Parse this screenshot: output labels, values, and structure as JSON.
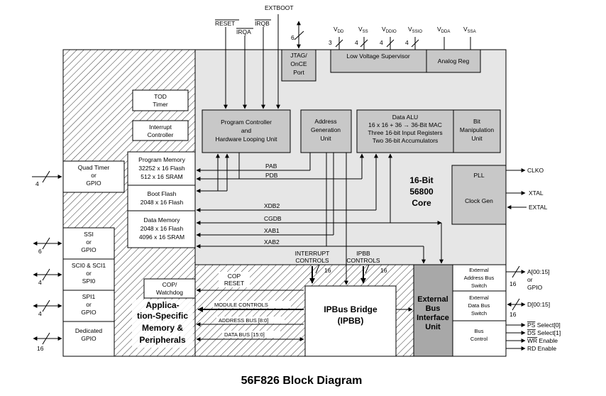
{
  "title": "56F826 Block Diagram",
  "blocks": {
    "tod_timer": [
      "TOD",
      "Timer"
    ],
    "interrupt_controller": [
      "Interrupt",
      "Controller"
    ],
    "program_memory": [
      "Program Memory",
      "32252 x 16 Flash",
      "512 x 16 SRAM"
    ],
    "boot_flash": [
      "Boot Flash",
      "2048 x 16 Flash"
    ],
    "data_memory": [
      "Data Memory",
      "2048 x 16 Flash",
      "4096 x 16 SRAM"
    ],
    "quad_timer": [
      "Quad Timer",
      "or",
      "GPIO"
    ],
    "ssi": [
      "SSI",
      "or",
      "GPIO"
    ],
    "sci": [
      "SCI0 & SCI1",
      "or",
      "SPI0"
    ],
    "spi1": [
      "SPI1",
      "or",
      "GPIO"
    ],
    "dedicated_gpio": [
      "Dedicated",
      "GPIO"
    ],
    "cop_watchdog": [
      "COP/",
      "Watchdog"
    ],
    "app_specific": [
      "Applica-",
      "tion-Specific",
      "Memory &",
      "Peripherals"
    ],
    "jtag": [
      "JTAG/",
      "OnCE",
      "Port"
    ],
    "lvs": "Low Voltage Supervisor",
    "analog_reg": "Analog Reg",
    "program_controller": [
      "Program Controller",
      "and",
      "Hardware Looping Unit"
    ],
    "agu": [
      "Address",
      "Generation",
      "Unit"
    ],
    "data_alu": [
      "Data ALU",
      "16 x 16 + 36 → 36-Bit MAC",
      "Three 16-bit Input Registers",
      "Two 36-bit Accumulators"
    ],
    "bit_manip": [
      "Bit",
      "Manipulation",
      "Unit"
    ],
    "core": [
      "16-Bit",
      "56800",
      "Core"
    ],
    "pll": [
      "PLL",
      "Clock Gen"
    ],
    "ipbus_bridge": [
      "IPBus Bridge",
      "(IPBB)"
    ],
    "ext_bus_interface": [
      "External",
      "Bus",
      "Interface",
      "Unit"
    ],
    "ext_addr_switch": [
      "External",
      "Address Bus",
      "Switch"
    ],
    "ext_data_switch": [
      "External",
      "Data Bus",
      "Switch"
    ],
    "bus_control": [
      "Bus",
      "Control"
    ]
  },
  "buses": {
    "pab": "PAB",
    "pdb": "PDB",
    "xdb2": "XDB2",
    "cgdb": "CGDB",
    "xab1": "XAB1",
    "xab2": "XAB2",
    "interrupt_controls": [
      "INTERRUPT",
      "CONTROLS"
    ],
    "ipbb_controls": [
      "IPBB",
      "CONTROLS"
    ],
    "cop_reset": [
      "COP",
      "RESET"
    ],
    "module_controls": "MODULE CONTROLS",
    "address_bus": "ADDRESS BUS [8:0]",
    "data_bus": "DATA BUS [15:0]"
  },
  "pins": {
    "extboot": "EXTBOOT",
    "reset": "RESET",
    "irqa": "IRQA",
    "irqb": "IRQB",
    "vdd": [
      "V",
      "DD"
    ],
    "vss": [
      "V",
      "SS"
    ],
    "vddio": [
      "V",
      "DDIO"
    ],
    "vssio": [
      "V",
      "SSIO"
    ],
    "vdda": [
      "V",
      "DDA"
    ],
    "vssa": [
      "V",
      "SSA"
    ],
    "clko": "CLKO",
    "xtal": "XTAL",
    "extal": "EXTAL",
    "a_bus": [
      "A[00:15]",
      "or",
      "GPIO"
    ],
    "d_bus": "D[00:15]",
    "ps_select": [
      "PS",
      " Select[0]"
    ],
    "ds_select": [
      "DS",
      " Select[1]"
    ],
    "wr_enable": [
      "WR",
      " Enable"
    ],
    "rd_enable": "RD Enable"
  },
  "counts": {
    "jtag": "6",
    "vdd": "3",
    "vss": "4",
    "vddio": "4",
    "vssio": "4",
    "quad_timer": "4",
    "ssi": "6",
    "sci": "4",
    "spi1": "4",
    "gpio": "16",
    "interrupt": "16",
    "ipbb": "16",
    "a_bus": "16",
    "d_bus": "16"
  },
  "colors": {
    "core_bg": "#e6e6e6",
    "box_gray": "#c8c8c8",
    "dark_gray": "#a8a8a8",
    "hatch": "#000000"
  }
}
